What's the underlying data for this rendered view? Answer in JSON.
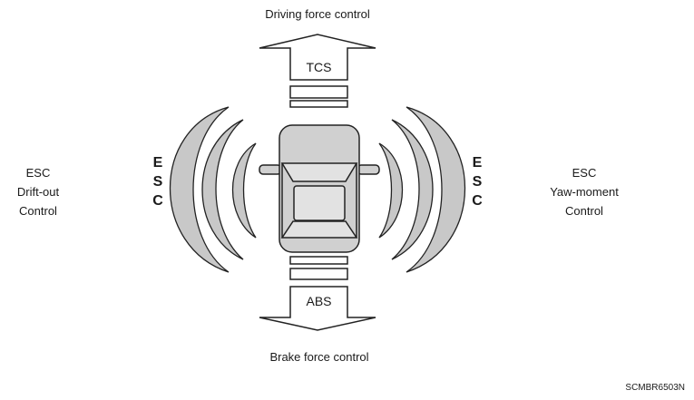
{
  "top_label": "Driving force control",
  "bottom_label": "Brake force control",
  "top_box": "TCS",
  "bottom_box": "ABS",
  "left_letters": [
    "E",
    "S",
    "C"
  ],
  "right_letters": [
    "E",
    "S",
    "C"
  ],
  "left_label": [
    "ESC",
    "Drift-out",
    "Control"
  ],
  "right_label": [
    "ESC",
    "Yaw-moment",
    "Control"
  ],
  "figure_code": "SCMBR6503N",
  "colors": {
    "line": "#222222",
    "arc_fill": "#c8c8c8",
    "car_fill": "#d0d0d0",
    "window_fill": "#e2e2e2"
  }
}
